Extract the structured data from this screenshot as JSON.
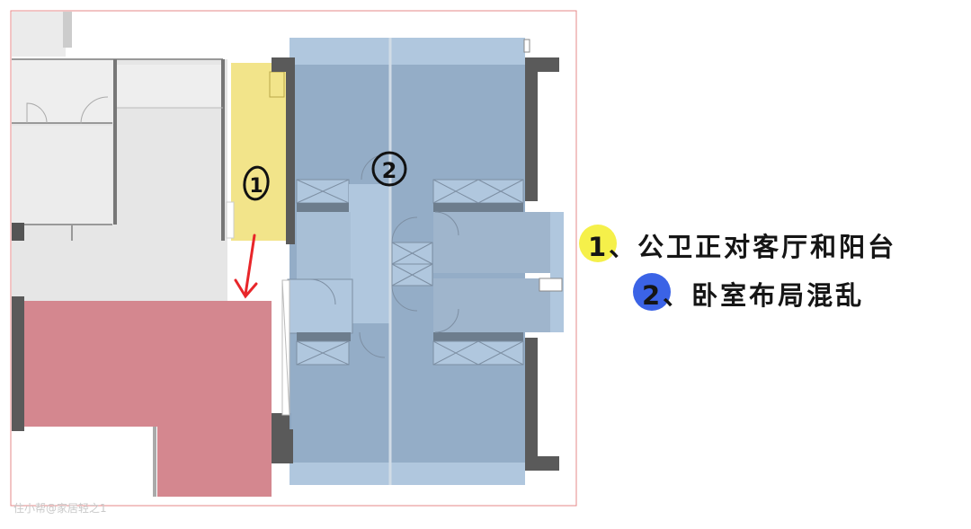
{
  "annotations": {
    "label_1": "1",
    "label_2": "2"
  },
  "legend": {
    "item_1": {
      "text": "1、公卫正对客厅和阳台",
      "badge_color": "#f5f04a"
    },
    "item_2": {
      "text": "2、卧室布局混乱",
      "badge_color": "#3b63e6"
    }
  },
  "watermark": "住小帮@家居轻之1",
  "colors": {
    "yellow_area": "#f2e48a",
    "red_area": "#d4878f",
    "blue_area": "#8ea9c4",
    "blue_light": "#b0c7de",
    "wall": "#5a5a5a",
    "arrow": "#e8262a",
    "frame": "#e58a8a"
  }
}
